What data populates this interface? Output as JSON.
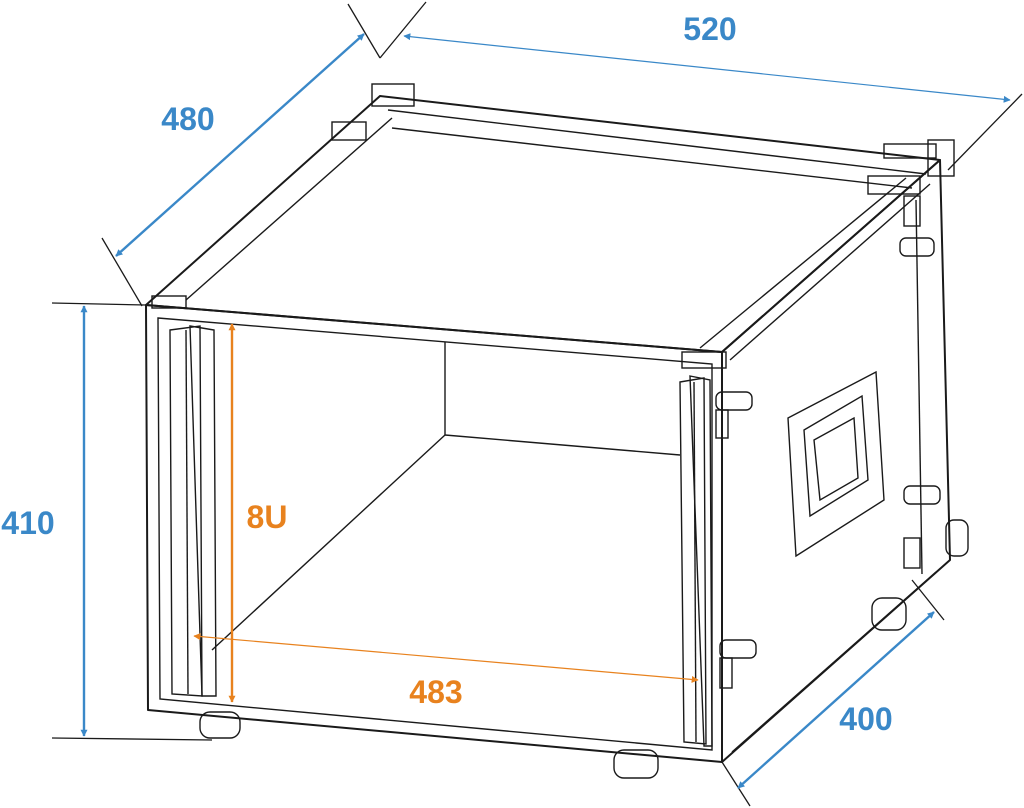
{
  "diagram": {
    "colors": {
      "outer_dimension": "#3a88c8",
      "inner_dimension": "#e8821e",
      "outline": "#1a1a1a",
      "background": "#ffffff"
    },
    "dimensions": {
      "width": "520",
      "depth_top": "480",
      "height": "410",
      "rack_units": "8U",
      "rack_width": "483",
      "depth_bottom": "400"
    },
    "icons": [
      "rack-case-drawing",
      "arrowhead-icon",
      "handle-icon",
      "latch-icon",
      "caster-icon",
      "corner-bracket-icon"
    ]
  }
}
